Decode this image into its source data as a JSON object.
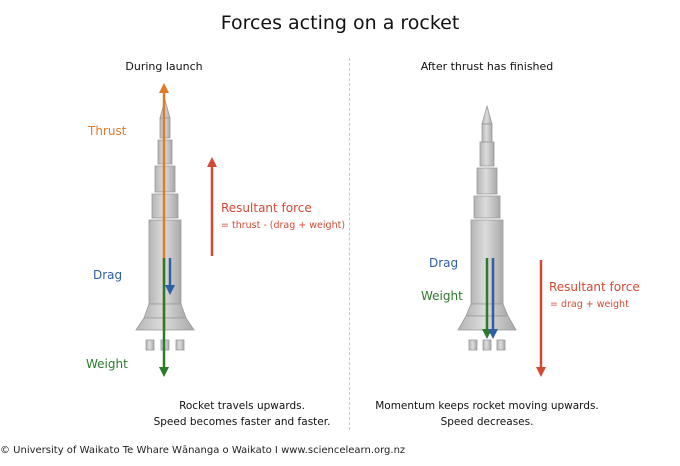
{
  "title": "Forces acting on a rocket",
  "colors": {
    "thrust": "#e07b2a",
    "drag": "#2f5fa3",
    "weight": "#2e7a2b",
    "resultant": "#d24a34",
    "rocket_body": "#c8c8c8",
    "rocket_edge": "#999999"
  },
  "left_panel": {
    "title": "During launch",
    "thrust_label": "Thrust",
    "drag_label": "Drag",
    "weight_label": "Weight",
    "resultant_label": "Resultant force",
    "resultant_formula": "= thrust - (drag + weight)",
    "caption_line1": "Rocket travels upwards.",
    "caption_line2": "Speed becomes faster and faster."
  },
  "right_panel": {
    "title": "After thrust has finished",
    "drag_label": "Drag",
    "weight_label": "Weight",
    "resultant_label": "Resultant force",
    "resultant_formula": "= drag + weight",
    "caption_line1": "Momentum keeps rocket moving upwards.",
    "caption_line2": "Speed decreases."
  },
  "footer": "© University of Waikato Te Whare Wānanga o Waikato I www.sciencelearn.org.nz"
}
